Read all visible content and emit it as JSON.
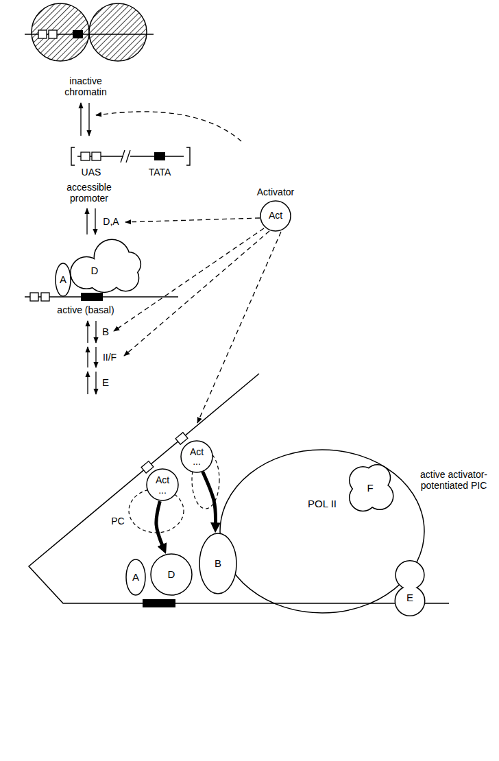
{
  "diagram": {
    "nodes": [
      {
        "text": [
          "Activator",
          "Act"
        ]
      },
      {
        "text": [
          "A"
        ]
      },
      {
        "text": [
          "D"
        ]
      },
      {
        "text": [
          "POL II"
        ]
      },
      {
        "text": [
          "Act",
          "..."
        ]
      },
      {
        "text": [
          "Act",
          "..."
        ]
      },
      {
        "text": [
          "F"
        ]
      },
      {
        "text": [
          "E"
        ]
      },
      {
        "text": [
          "A"
        ]
      },
      {
        "text": [
          "D"
        ]
      },
      {
        "text": [
          "B"
        ]
      }
    ],
    "edges": [
      {
        "from": 5,
        "to": 9,
        "arrow": "to"
      },
      {
        "from": 4,
        "to": 10,
        "arrow": "to"
      }
    ],
    "labels": [
      "inactive chromatin",
      "UAS",
      "TATA",
      "accessible promoter",
      "D,A",
      "active (basal)",
      "B",
      "II/F",
      "E",
      "PC",
      "active activator- potentiated PIC"
    ]
  }
}
